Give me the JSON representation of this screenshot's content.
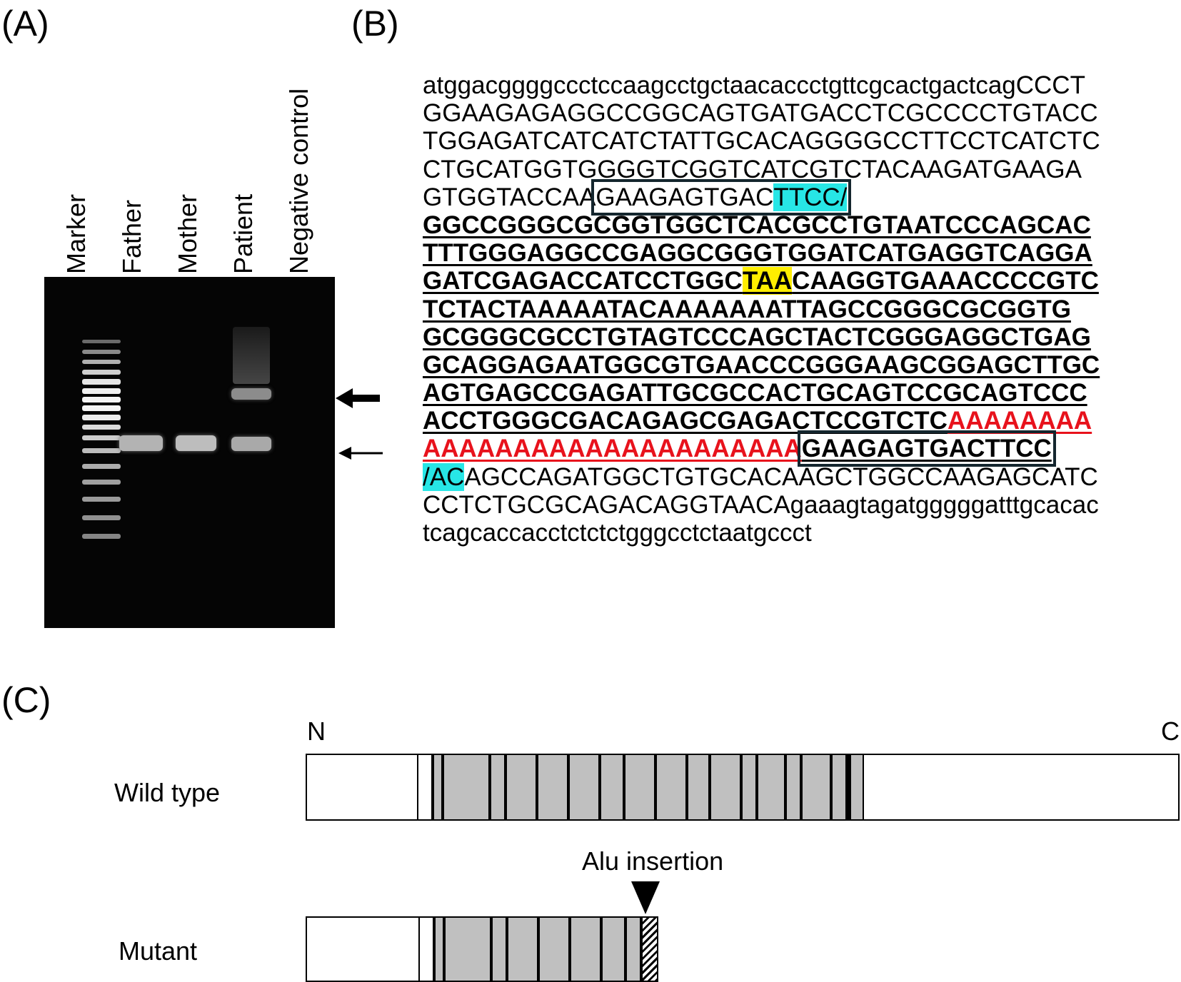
{
  "panels": {
    "a": "(A)",
    "b": "(B)",
    "c": "(C)"
  },
  "gel": {
    "lanes": [
      "Marker",
      "Father",
      "Mother",
      "Patient",
      "Negative control"
    ]
  },
  "sequence": {
    "lines": [
      [
        {
          "t": "atggacggggccctccaagcctgctaacaccctgttcgcactgactcagCCCT"
        }
      ],
      [
        {
          "t": "GGAAGAGAGGCCGGCAGTGATGACCTCGCCCCTGTACC"
        }
      ],
      [
        {
          "t": "TGGAGATCATCATCTATTGCACAGGGGCCTTCCTCATCTC"
        }
      ],
      [
        {
          "t": "CTGCATGGTGGGGTCGGTCATCGTCTACAAGATGAAGA"
        }
      ],
      [
        {
          "t": "GTGGTACCAA"
        },
        {
          "t": "GAAGAGTGAC",
          "box": "start"
        },
        {
          "t": "TTCC/",
          "hl": "cyan",
          "box": "end"
        }
      ],
      [
        {
          "t": "GGCCGGGCGCGGTGGCTCACGCCTGTAATCCCAGCAC",
          "ins": true
        }
      ],
      [
        {
          "t": "TTTGGGAGGCCGAGGCGGGTGGATCATGAGGTCAGGA",
          "ins": true
        }
      ],
      [
        {
          "t": "GATCGAGACCATCCTGGC",
          "ins": true
        },
        {
          "t": "TAA",
          "ins": true,
          "hl": "yellow"
        },
        {
          "t": "CAAGGTGAAACCCCGTC",
          "ins": true
        }
      ],
      [
        {
          "t": "TCTACTAAAAATACAAAAAAATTAGCCGGGCGCGGTG",
          "ins": true
        }
      ],
      [
        {
          "t": "GCGGGCGCCTGTAGTCCCAGCTACTCGGGAGGCTGAG",
          "ins": true
        }
      ],
      [
        {
          "t": "GCAGGAGAATGGCGTGAACCCGGGAAGCGGAGCTTGC",
          "ins": true
        }
      ],
      [
        {
          "t": "AGTGAGCCGAGATTGCGCCACTGCAGTCCGCAGTCCC",
          "ins": true
        }
      ],
      [
        {
          "t": "ACCTGGGCGACAGAGCGAGACTCCGTCTC",
          "ins": true
        },
        {
          "t": "AAAAAAAA",
          "ins": true,
          "red": true
        }
      ],
      [
        {
          "t": "AAAAAAAAAAAAAAAAAAAAA",
          "ins": true,
          "red": true
        },
        {
          "t": "GAAGAGTGACTTCC",
          "ins": true,
          "box": "full"
        }
      ],
      [
        {
          "t": "/AC",
          "hl": "cyan"
        },
        {
          "t": "AGCCAGATGGCTGTGCACAAGCTGGCCAAGAGCATC"
        }
      ],
      [
        {
          "t": "CCTCTGCGCAGACAGGTAACAgaaagtagatgggggatttgcacac"
        }
      ],
      [
        {
          "t": "tcagcaccacctctctctgggcctctaatgccct"
        }
      ]
    ]
  },
  "diagram": {
    "n_label": "N",
    "c_label": "C",
    "wild_label": "Wild type",
    "mutant_label": "Mutant",
    "insertion_label": "Alu insertion"
  }
}
